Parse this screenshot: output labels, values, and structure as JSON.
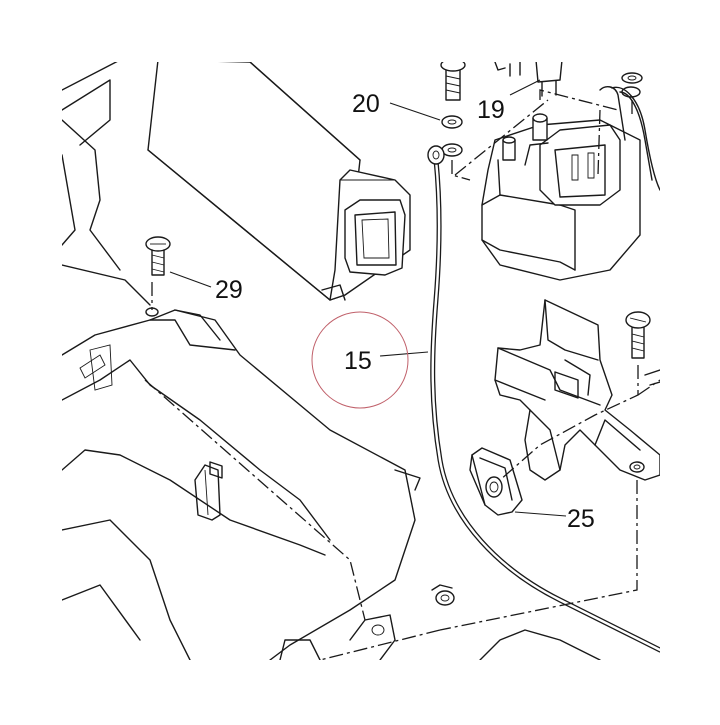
{
  "callouts": [
    {
      "id": "20",
      "label": "20"
    },
    {
      "id": "19",
      "label": "19"
    },
    {
      "id": "29",
      "label": "29"
    },
    {
      "id": "15",
      "label": "15"
    },
    {
      "id": "25",
      "label": "25"
    }
  ],
  "colors": {
    "line": "#1a1a1a",
    "highlight_circle": "#c0606a",
    "background": "#ffffff"
  }
}
